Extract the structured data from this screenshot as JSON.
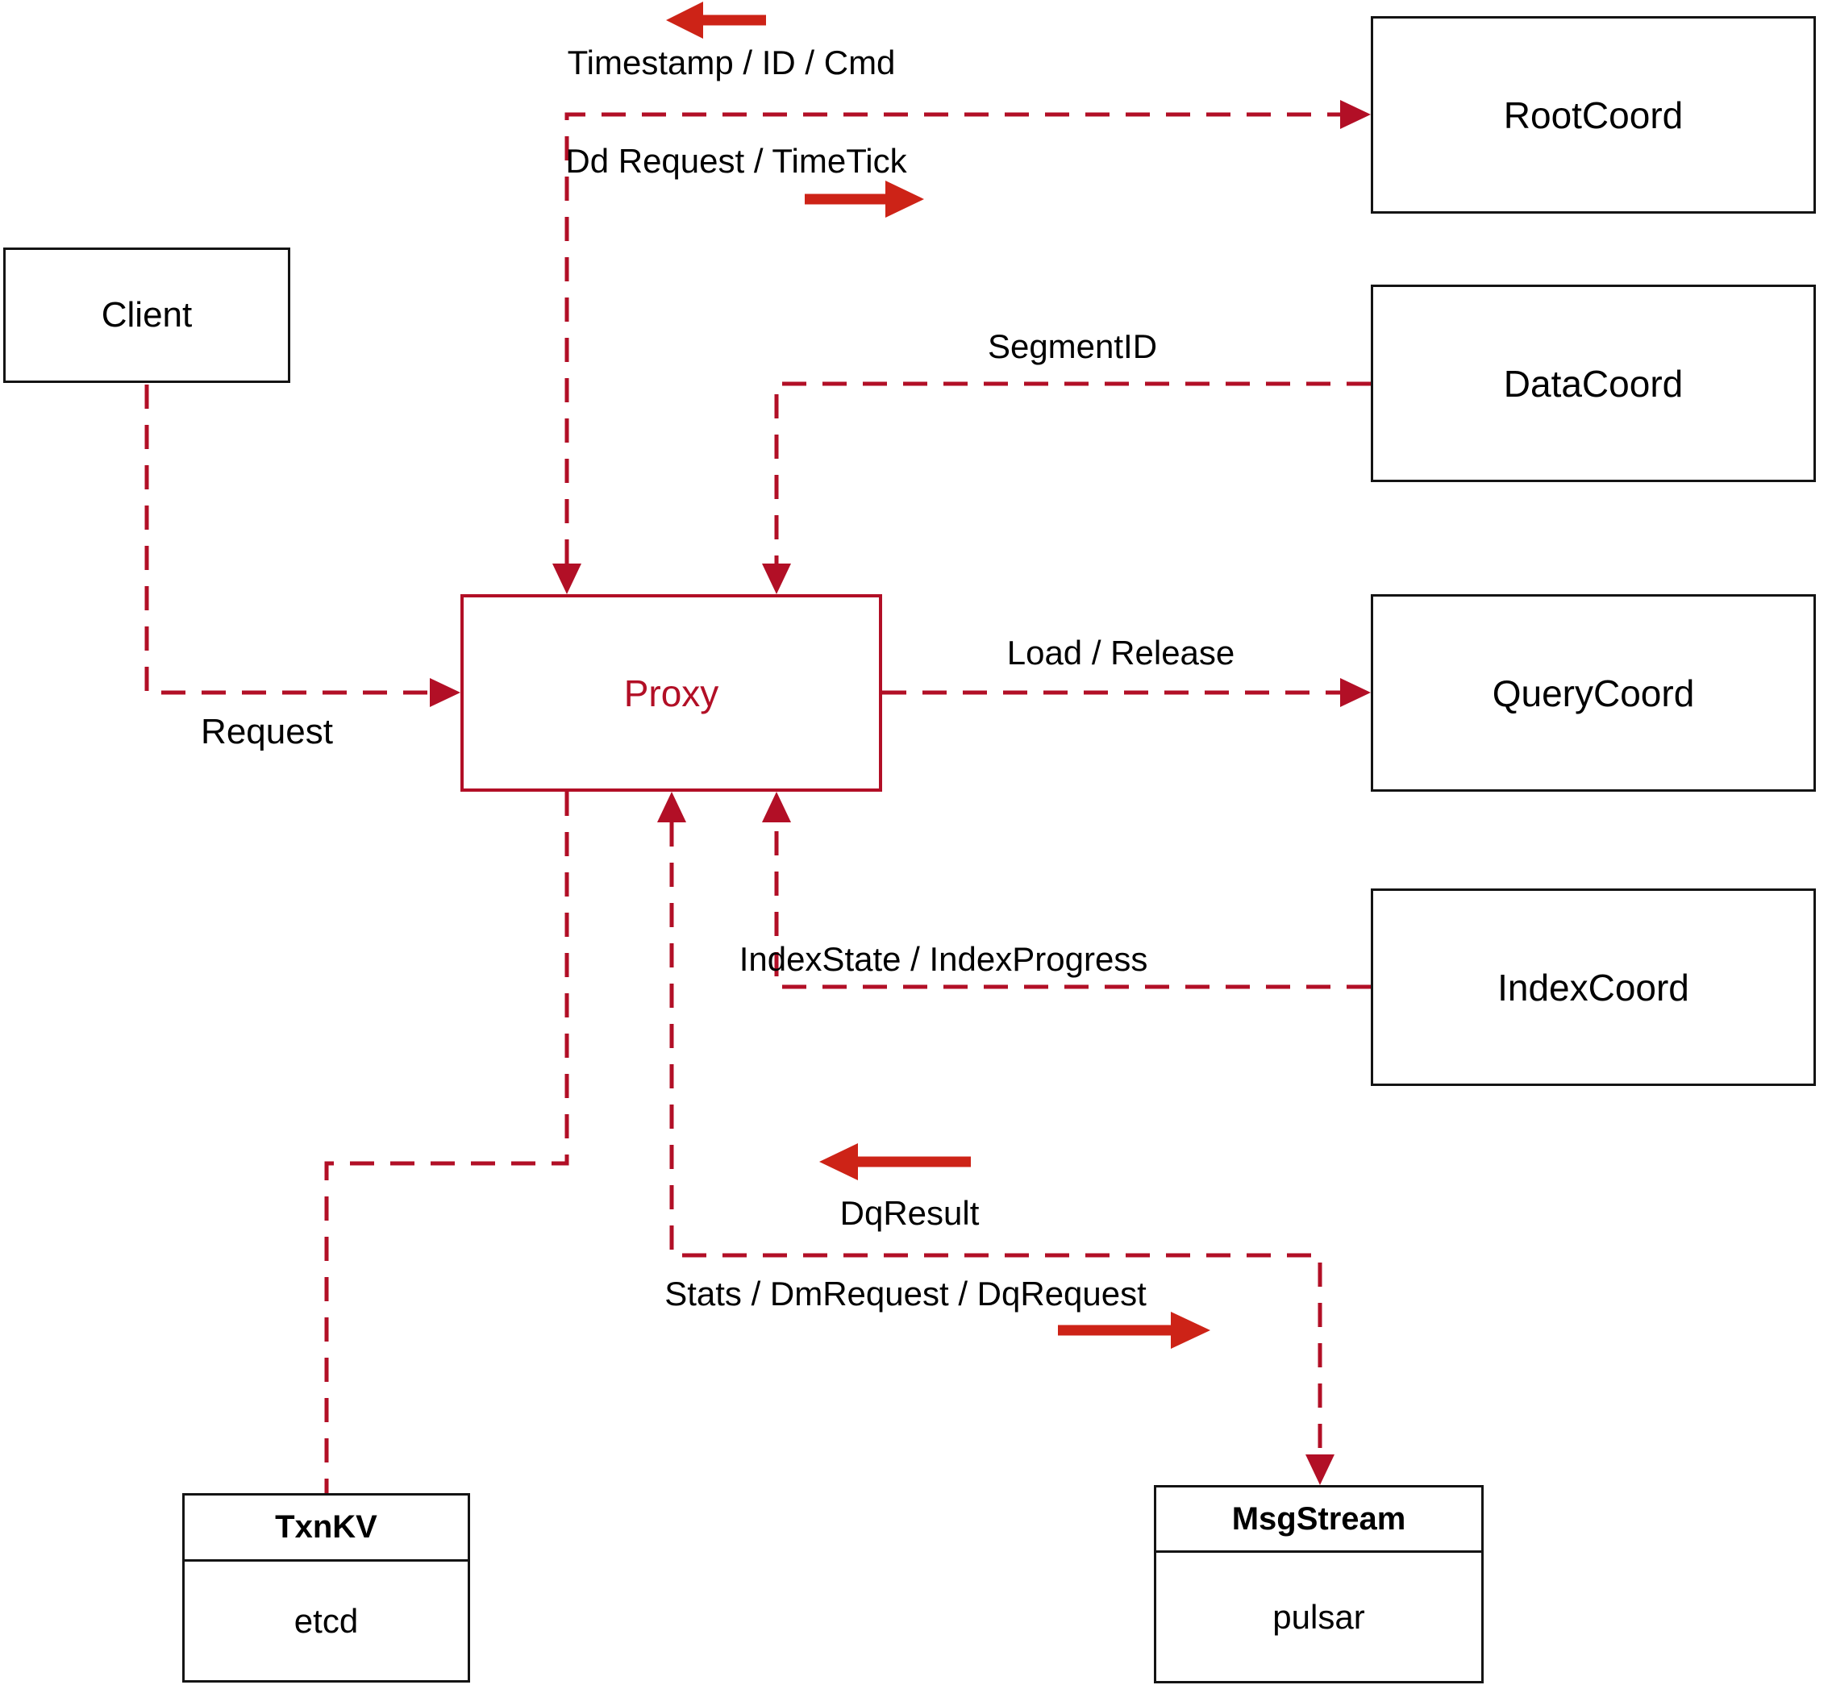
{
  "diagram": {
    "colors": {
      "edge_red": "#b20f26",
      "arrow_red": "#cd2317",
      "box_black": "#141414",
      "text_black": "#000000"
    },
    "nodes": {
      "client": {
        "label": "Client"
      },
      "proxy": {
        "label": "Proxy"
      },
      "root_coord": {
        "label": "RootCoord"
      },
      "data_coord": {
        "label": "DataCoord"
      },
      "query_coord": {
        "label": "QueryCoord"
      },
      "index_coord": {
        "label": "IndexCoord"
      },
      "txn_kv": {
        "title": "TxnKV",
        "subtitle": "etcd"
      },
      "msg_stream": {
        "title": "MsgStream",
        "subtitle": "pulsar"
      }
    },
    "edge_labels": {
      "timestamp_id_cmd": "Timestamp / ID / Cmd",
      "dd_request_timetick": "Dd Request / TimeTick",
      "segment_id": "SegmentID",
      "request": "Request",
      "load_release": "Load / Release",
      "index_state_progress": "IndexState / IndexProgress",
      "dq_result": "DqResult",
      "stats_dm_dq": "Stats / DmRequest / DqRequest"
    }
  }
}
